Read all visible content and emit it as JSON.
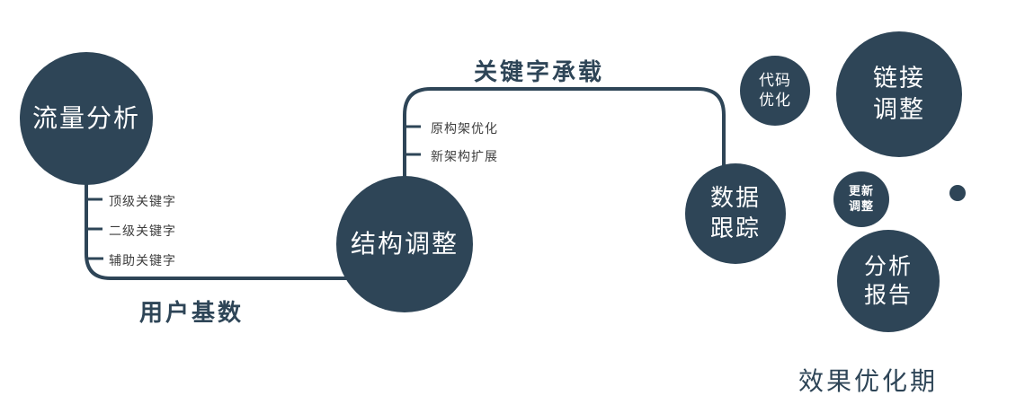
{
  "colors": {
    "primary": "#2e4557",
    "tick_text": "#3d3d3d",
    "background": "#ffffff"
  },
  "nodes": {
    "traffic": {
      "label": "流量分析"
    },
    "structure": {
      "label": "结构调整"
    },
    "tracking": {
      "line1": "数据",
      "line2": "跟踪"
    },
    "code": {
      "line1": "代码",
      "line2": "优化"
    },
    "link": {
      "line1": "链接",
      "line2": "调整"
    },
    "update": {
      "line1": "更新",
      "line2": "调整"
    },
    "report": {
      "line1": "分析",
      "line2": "报告"
    }
  },
  "edge_labels": {
    "user_base": "用户基数",
    "keyword_carry": "关键字承载"
  },
  "ticks_left": [
    "顶级关键字",
    "二级关键字",
    "辅助关键字"
  ],
  "ticks_top": [
    "原构架优化",
    "新架构扩展"
  ],
  "footer": "效果优化期"
}
